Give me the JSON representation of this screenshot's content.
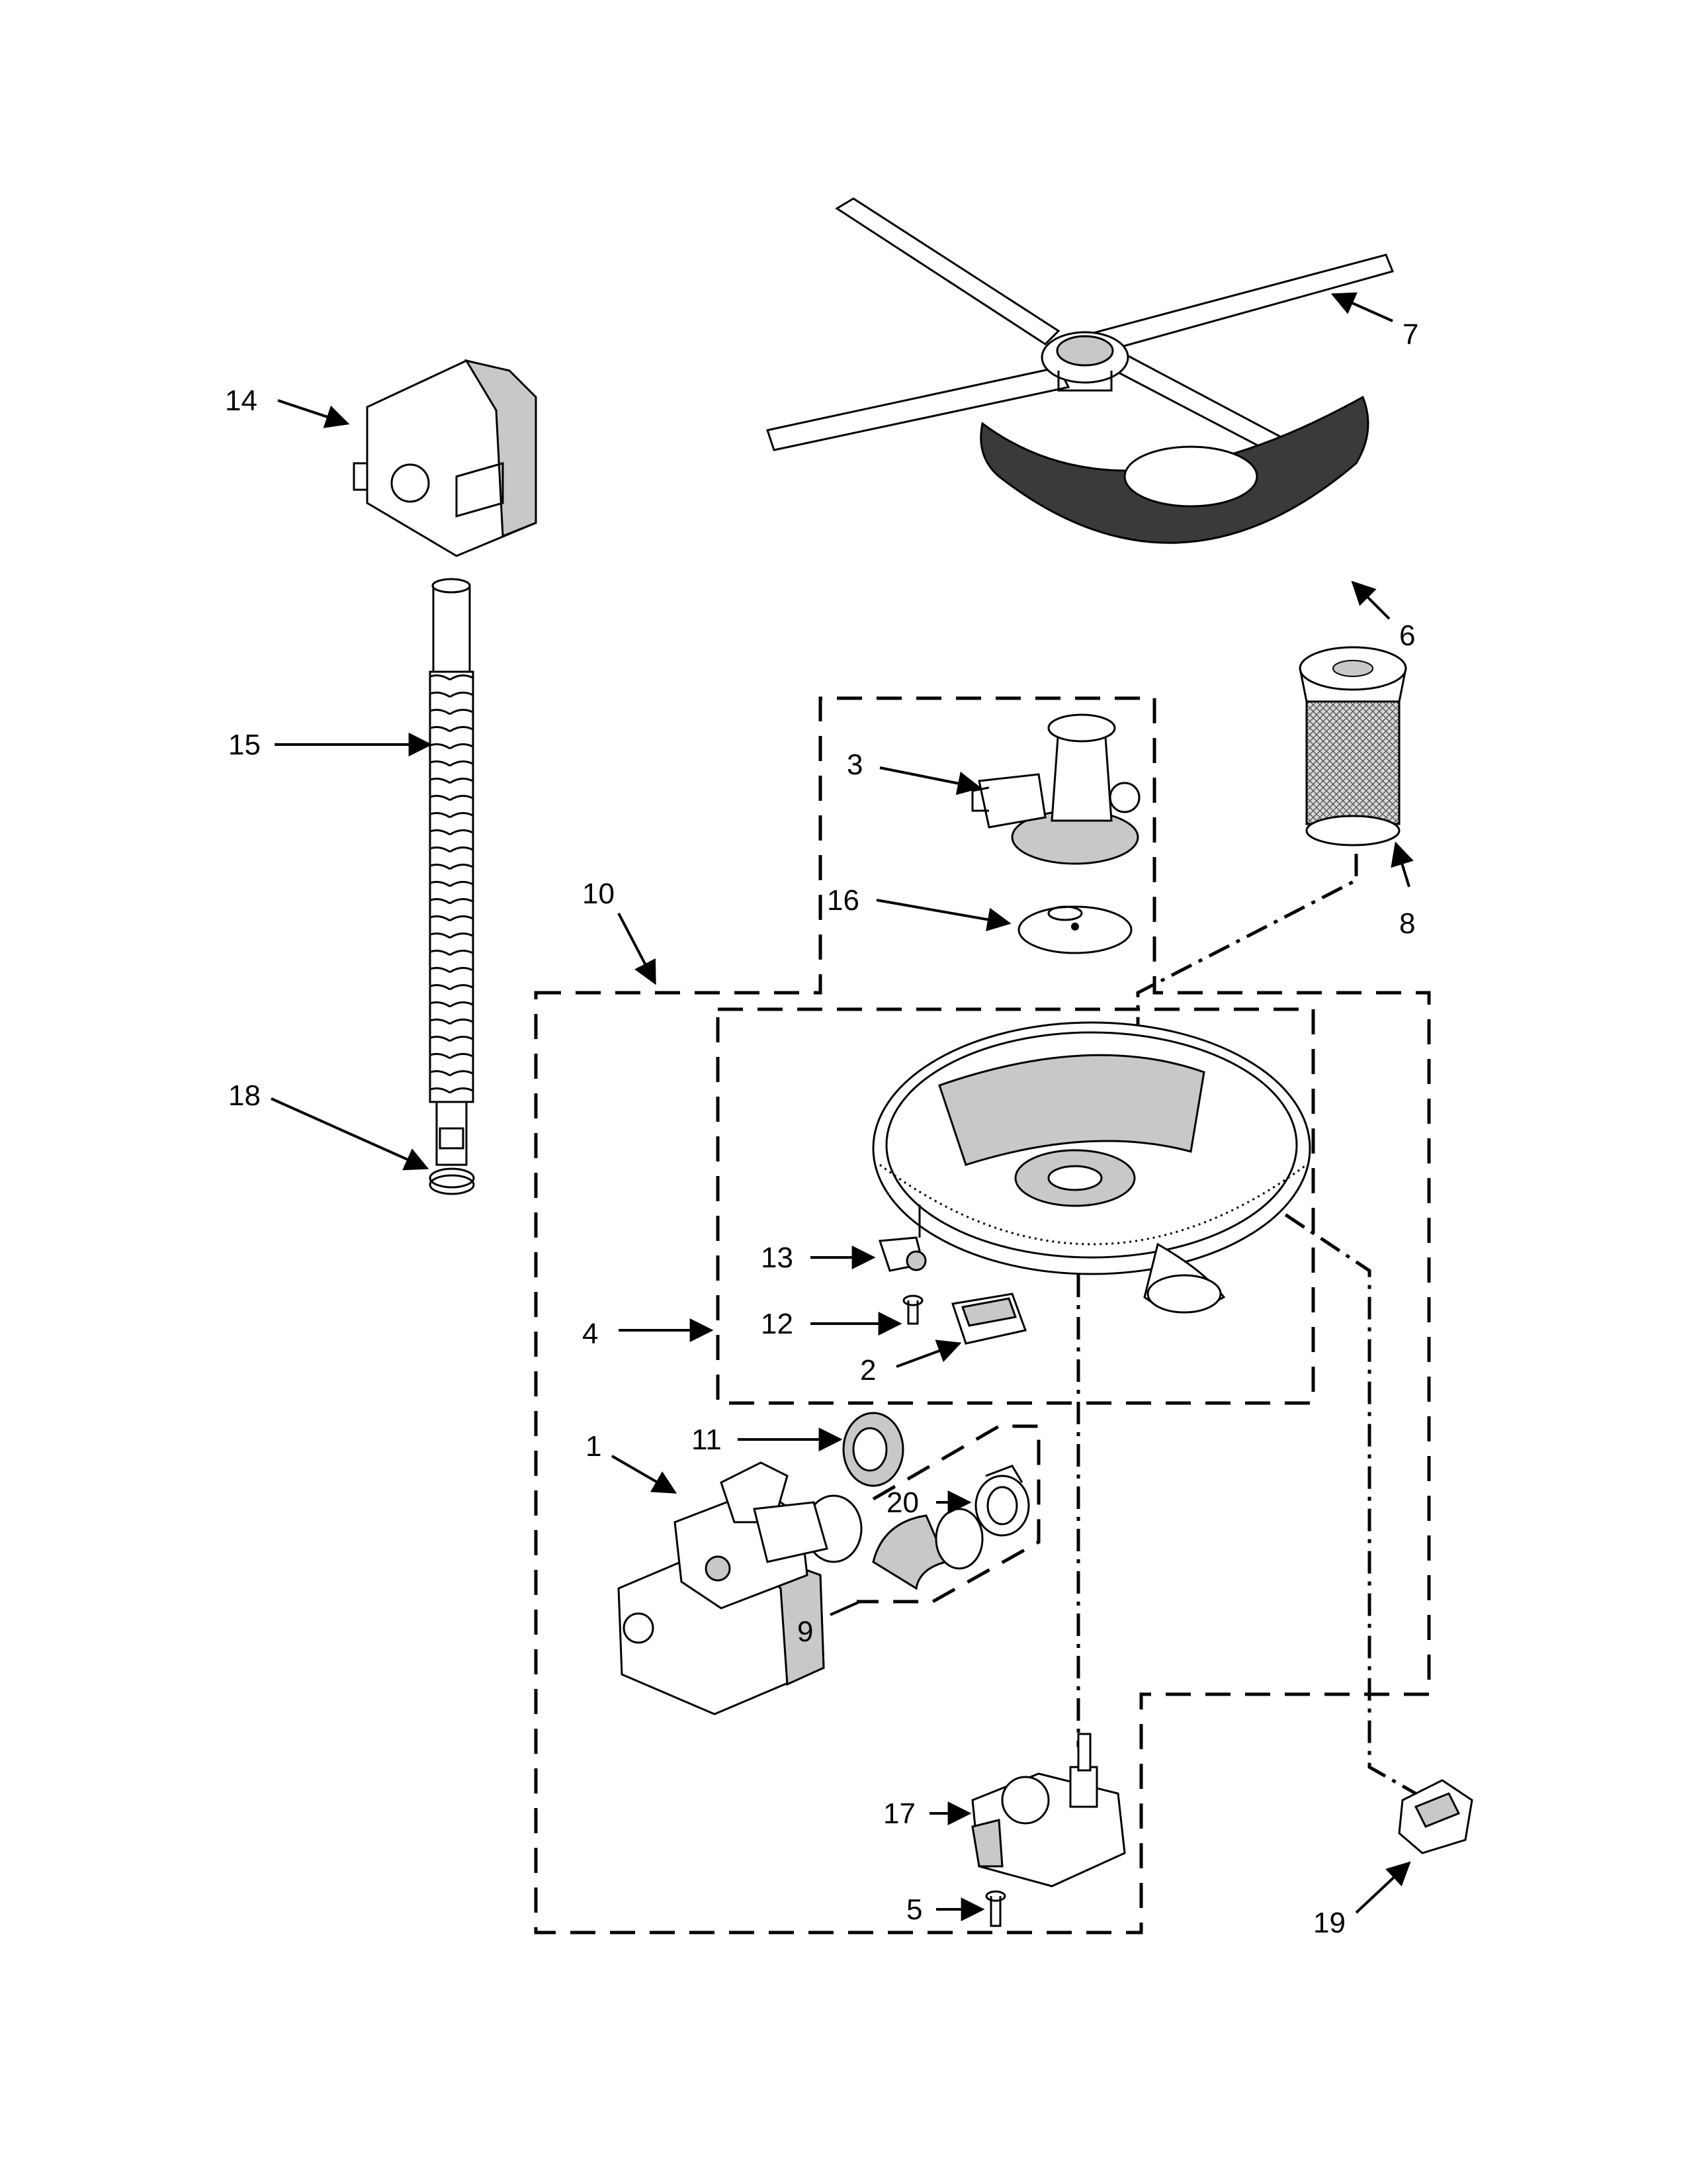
{
  "callouts": {
    "p1": "1",
    "p2": "2",
    "p3": "3",
    "p4": "4",
    "p5": "5",
    "p6": "6",
    "p7": "7",
    "p8": "8",
    "p9": "9",
    "p10": "10",
    "p11": "11",
    "p12": "12",
    "p13": "13",
    "p14": "14",
    "p15": "15",
    "p16": "16",
    "p17": "17",
    "p18": "18",
    "p19": "19",
    "p20": "20"
  }
}
